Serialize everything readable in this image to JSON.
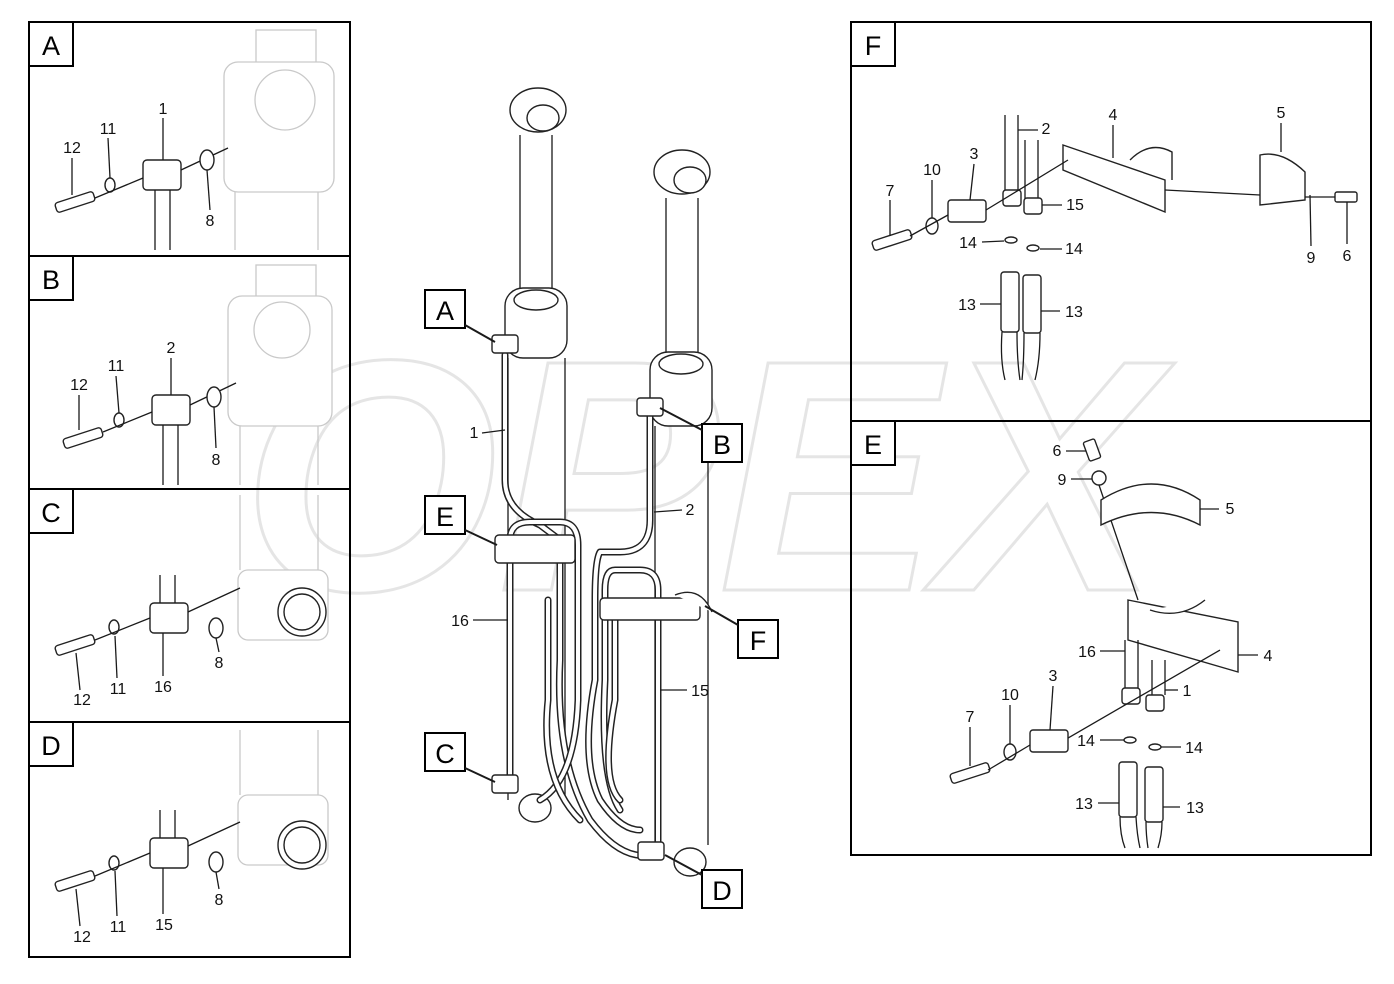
{
  "watermark": "OPEX",
  "corner_mark": "",
  "panels": {
    "A": {
      "letter": "A",
      "parts": {
        "p1": "1",
        "p8": "8",
        "p11": "11",
        "p12": "12"
      }
    },
    "B": {
      "letter": "B",
      "parts": {
        "p2": "2",
        "p8": "8",
        "p11": "11",
        "p12": "12"
      }
    },
    "C": {
      "letter": "C",
      "parts": {
        "p8": "8",
        "p11": "11",
        "p12": "12",
        "p16": "16"
      }
    },
    "D": {
      "letter": "D",
      "parts": {
        "p8": "8",
        "p11": "11",
        "p12": "12",
        "p15": "15"
      }
    },
    "F": {
      "letter": "F",
      "parts": {
        "p2": "2",
        "p3": "3",
        "p4": "4",
        "p5": "5",
        "p6": "6",
        "p7": "7",
        "p9": "9",
        "p10": "10",
        "p13a": "13",
        "p13b": "13",
        "p14a": "14",
        "p14b": "14",
        "p15": "15"
      }
    },
    "E": {
      "letter": "E",
      "parts": {
        "p1": "1",
        "p3": "3",
        "p4": "4",
        "p5": "5",
        "p6": "6",
        "p7": "7",
        "p9": "9",
        "p10": "10",
        "p13a": "13",
        "p13b": "13",
        "p14a": "14",
        "p14b": "14",
        "p16": "16"
      }
    }
  },
  "main": {
    "callouts": {
      "A": "A",
      "B": "B",
      "C": "C",
      "D": "D",
      "E": "E",
      "F": "F"
    },
    "parts": {
      "p1": "1",
      "p2": "2",
      "p15": "15",
      "p16": "16"
    }
  }
}
